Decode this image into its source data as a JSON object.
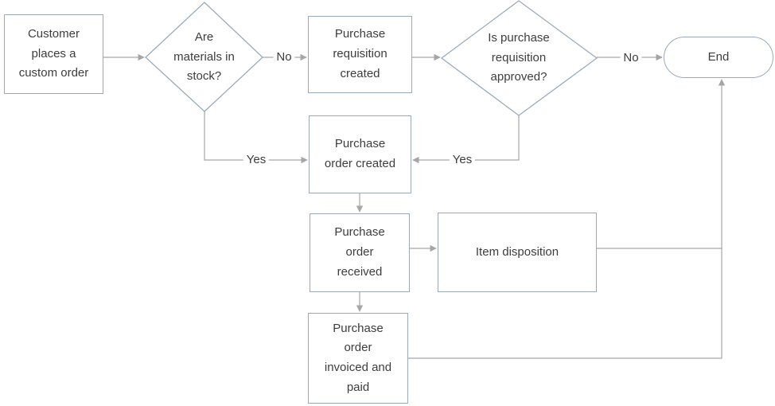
{
  "colors": {
    "shape_border": "#9aaabb",
    "connector": "#a6a6a6",
    "text": "#3d3d3d",
    "background": "#ffffff"
  },
  "nodes": {
    "customer_order": {
      "label": "Customer\nplaces a\ncustom order",
      "shape": "process"
    },
    "materials_in_stock": {
      "label": "Are\nmaterials in\nstock?",
      "shape": "decision"
    },
    "purchase_requisition_created": {
      "label": "Purchase\nrequisition\ncreated",
      "shape": "process"
    },
    "requisition_approved": {
      "label": "Is purchase\nrequisition\napproved?",
      "shape": "decision"
    },
    "end": {
      "label": "End",
      "shape": "terminator"
    },
    "purchase_order_created": {
      "label": "Purchase\norder created",
      "shape": "process"
    },
    "purchase_order_received": {
      "label": "Purchase\norder\nreceived",
      "shape": "process"
    },
    "item_disposition": {
      "label": "Item disposition",
      "shape": "process"
    },
    "purchase_order_invoiced": {
      "label": "Purchase\norder\ninvoiced and\npaid",
      "shape": "process"
    }
  },
  "edge_labels": {
    "no_stock": "No",
    "no_approved": "No",
    "yes_stock": "Yes",
    "yes_approved": "Yes"
  }
}
